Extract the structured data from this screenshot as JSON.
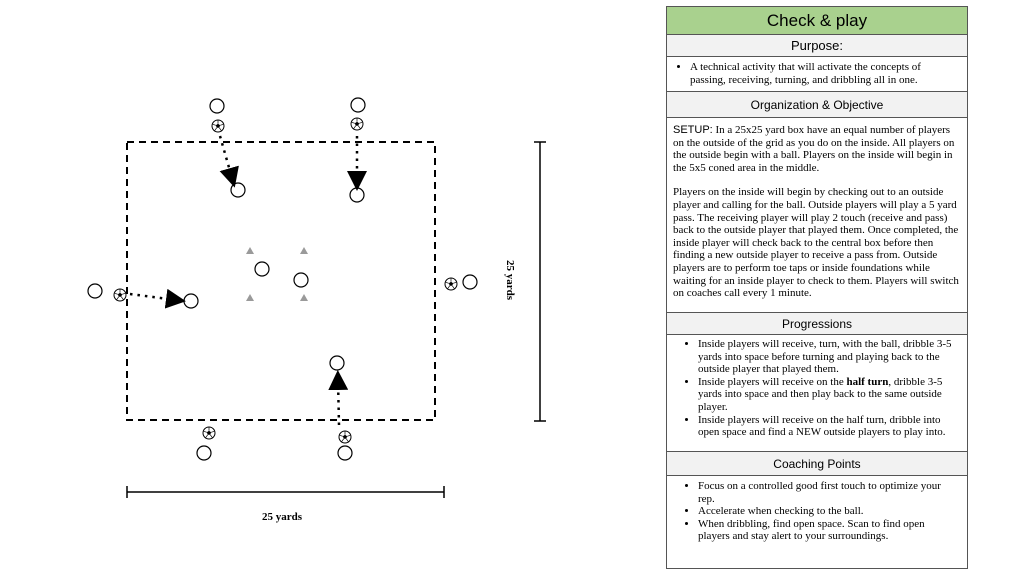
{
  "diagram": {
    "width_label": "25 yards",
    "height_label": "25 yards"
  },
  "panel": {
    "title": "Check &  play",
    "purpose_header": "Purpose:",
    "purpose_items": [
      "A technical activity that will activate the concepts of passing, receiving, turning, and dribbling all in one."
    ],
    "organization_header": "Organization & Objective",
    "setup_lead": "SETUP:",
    "setup_text": " In a 25x25 yard box have an equal number of players on the outside of the grid as you do on the inside. All players on the outside begin with a ball. Players on the inside will begin in the 5x5 coned area in the middle.",
    "setup_text_2": "Players on the inside will begin by checking out to an outside player and calling for the ball. Outside players will play a 5 yard pass. The receiving player will play 2 touch (receive and pass) back to the outside player that played them. Once completed, the inside player will check back to the central box before then finding a new outside player to receive a pass from. Outside players are to perform toe taps or inside foundations while waiting for an inside player to check to them. Players will switch on coaches call every 1 minute.",
    "progressions_header": "Progressions",
    "progression_1": "Inside players will receive, turn, with the ball, dribble 3-5 yards into space before turning and playing back to the outside player that played them.",
    "progression_2_a": "Inside players will receive on the ",
    "progression_2_bold": "half turn",
    "progression_2_b": ", dribble 3-5 yards into space and then play back to the same outside player.",
    "progression_3": "Inside players will receive on the half turn, dribble into open space and find a NEW outside players to play into.",
    "coaching_header": "Coaching Points",
    "coaching_points": [
      "Focus on a controlled good first touch to optimize your rep.",
      "Accelerate when checking to the ball.",
      "When dribbling, find open space. Scan to find open players and stay alert to your surroundings."
    ]
  }
}
